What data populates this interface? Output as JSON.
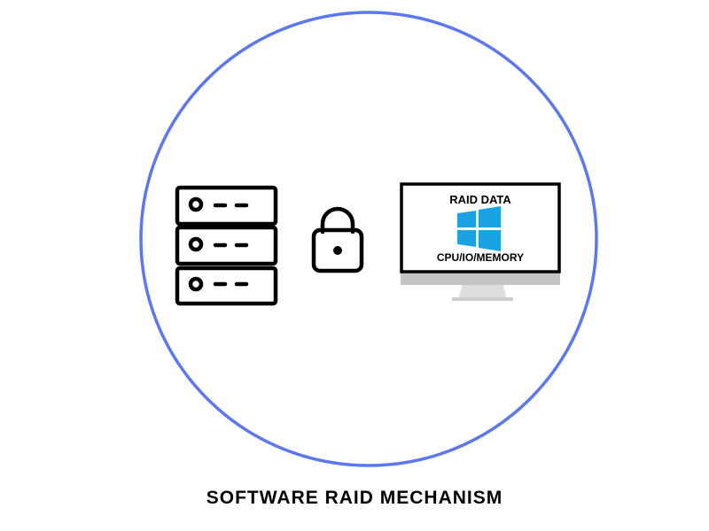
{
  "diagram": {
    "caption": "SOFTWARE RAID MECHANISM",
    "monitor": {
      "top_label": "RAID DATA",
      "bottom_label": "CPU/IO/MEMORY"
    },
    "icons": {
      "server": "server-rack-icon",
      "lock": "padlock-icon",
      "monitor": "computer-monitor-icon",
      "os_logo": "windows-logo-icon"
    },
    "colors": {
      "circle": "#5b78f0",
      "windows_logo": "#19a3e5",
      "stroke": "#000000",
      "monitor_stand": "#d9d9d9"
    }
  }
}
